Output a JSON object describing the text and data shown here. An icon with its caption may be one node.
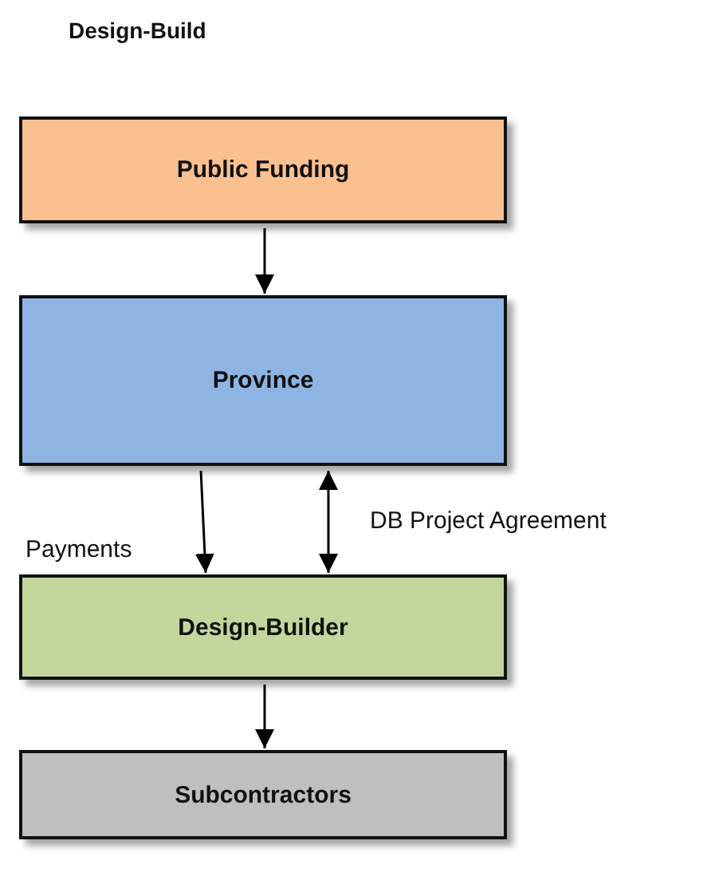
{
  "diagram": {
    "title": "Design-Build",
    "nodes": [
      {
        "text": [
          "Public Funding"
        ]
      },
      {
        "text": [
          "Province"
        ]
      },
      {
        "text": [
          "Design-Builder"
        ]
      },
      {
        "text": [
          "Subcontractors"
        ]
      }
    ],
    "edges": [
      {
        "from": 0,
        "to": 1,
        "arrow": "to"
      },
      {
        "from": 1,
        "to": 2,
        "arrow": "to",
        "label": "Payments"
      },
      {
        "from": 2,
        "to": 1,
        "arrow": "both",
        "label": "DB Project Agreement"
      },
      {
        "from": 2,
        "to": 3,
        "arrow": "to"
      }
    ]
  }
}
